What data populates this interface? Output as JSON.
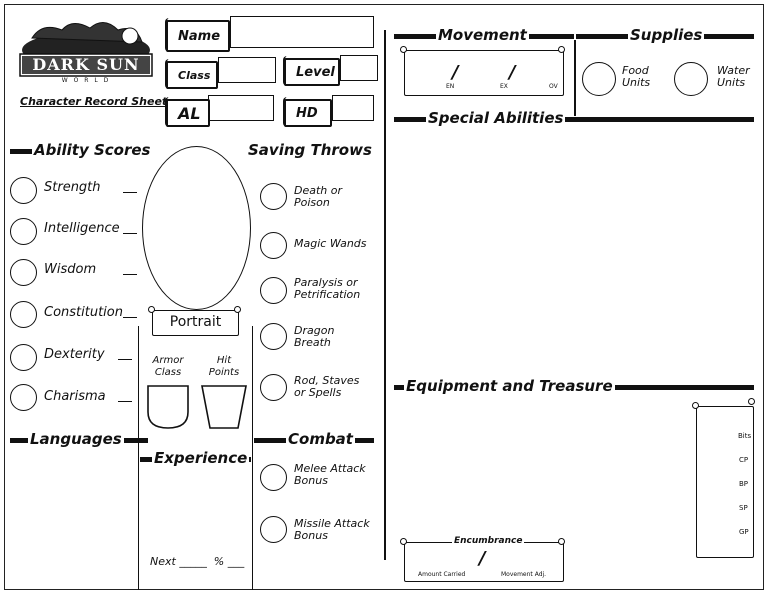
{
  "logo": {
    "text": "DARK SUN",
    "sub": "W O R L D"
  },
  "subtitle": "Character Record Sheet",
  "fields": {
    "name": "Name",
    "class": "Class",
    "level": "Level",
    "al": "AL",
    "hd": "HD"
  },
  "ability_scores": {
    "heading": "Ability Scores",
    "items": [
      "Strength",
      "Intelligence",
      "Wisdom",
      "Constitution",
      "Dexterity",
      "Charisma"
    ]
  },
  "saving_throws": {
    "heading": "Saving Throws",
    "items": [
      [
        "Death or",
        "Poison"
      ],
      [
        "Magic Wands",
        ""
      ],
      [
        "Paralysis or",
        "Petrification"
      ],
      [
        "Dragon",
        "Breath"
      ],
      [
        "Rod, Staves",
        "or Spells"
      ]
    ]
  },
  "portrait": {
    "label": "Portrait",
    "armor_class": [
      "Armor",
      "Class"
    ],
    "hit_points": [
      "Hit",
      "Points"
    ]
  },
  "languages": {
    "heading": "Languages"
  },
  "experience": {
    "heading": "Experience",
    "next": "Next _____  % ___"
  },
  "combat": {
    "heading": "Combat",
    "items": [
      [
        "Melee Attack",
        "Bonus"
      ],
      [
        "Missile Attack",
        "Bonus"
      ]
    ]
  },
  "movement": {
    "heading": "Movement",
    "en": "EN",
    "ex": "EX",
    "ov": "OV"
  },
  "supplies": {
    "heading": "Supplies",
    "food": [
      "Food",
      "Units"
    ],
    "water": [
      "Water",
      "Units"
    ]
  },
  "special_abilities": {
    "heading": "Special Abilities"
  },
  "equipment": {
    "heading": "Equipment and Treasure",
    "coins": [
      "Bits",
      "CP",
      "BP",
      "SP",
      "GP"
    ]
  },
  "encumbrance": {
    "label": "Encumbrance",
    "carried": "Amount Carried",
    "adj": "Movement Adj."
  }
}
